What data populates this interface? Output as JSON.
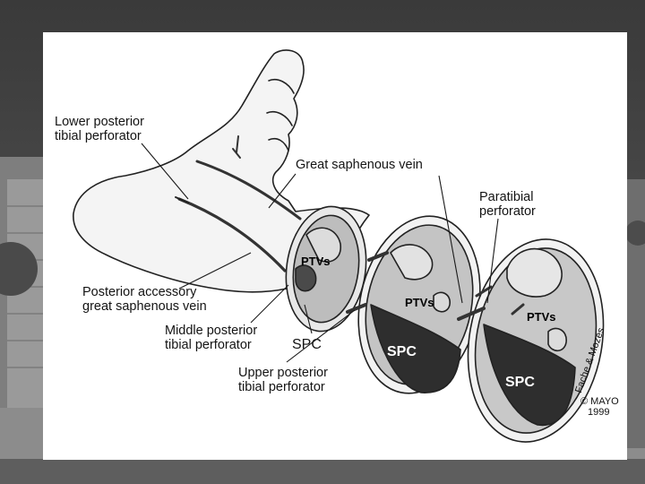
{
  "labels": {
    "lower_posterior": [
      "Lower posterior",
      "tibial perforator"
    ],
    "great_saphenous": "Great saphenous vein",
    "paratibial": [
      "Paratibial",
      "perforator"
    ],
    "posterior_accessory": [
      "Posterior accessory",
      "great saphenous vein"
    ],
    "middle_posterior": [
      "Middle posterior",
      "tibial perforator"
    ],
    "spc_outline": "SPC",
    "upper_posterior": [
      "Upper posterior",
      "tibial perforator"
    ]
  },
  "section_labels": {
    "ptvs_1": "PTVs",
    "ptvs_2": "PTVs",
    "ptvs_3": "PTVs",
    "spc_dark_1": "SPC",
    "spc_dark_2": "SPC"
  },
  "credit": {
    "authors": "Fache & Mozes",
    "owner": "© MAYO",
    "year": "1999"
  },
  "colors": {
    "panel": "#ffffff",
    "sky": "#3c3c3c",
    "ground": "#8a8a8a",
    "muscle_dark": "#2e2e2e"
  }
}
